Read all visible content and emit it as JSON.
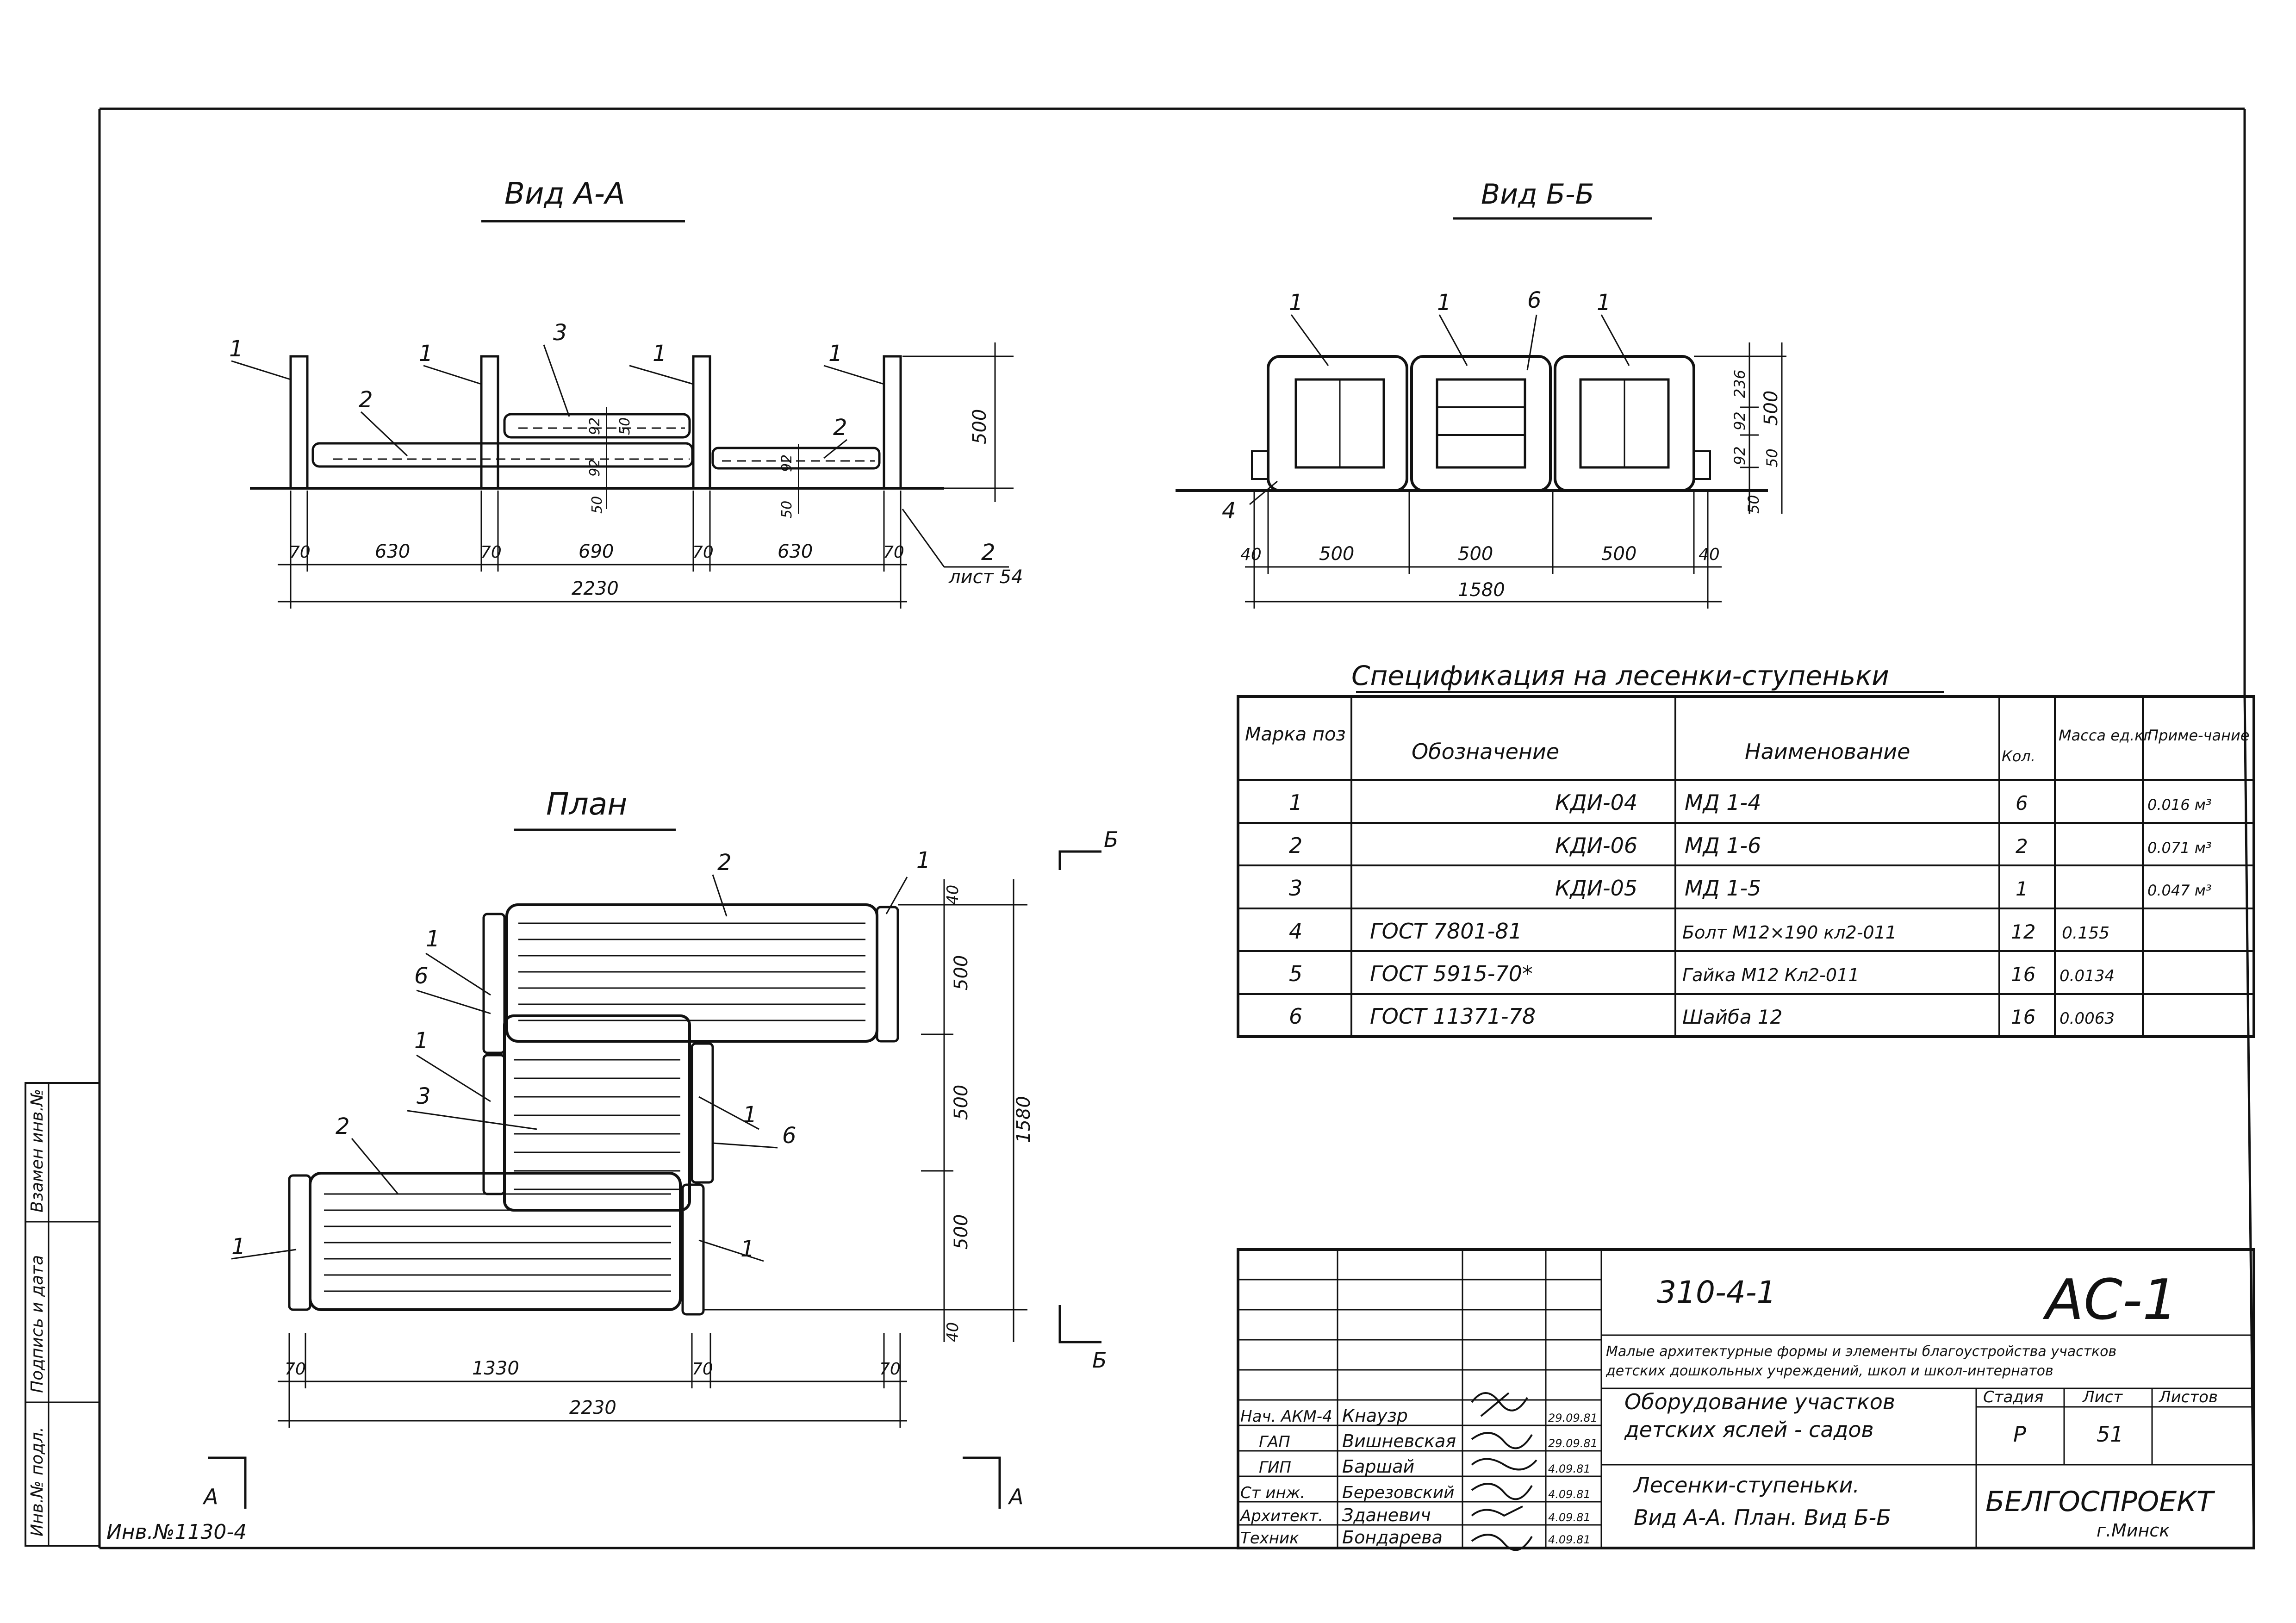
{
  "colors": {
    "ink": "#111111",
    "paper": "#ffffff"
  },
  "view_aa": {
    "title": "Вид А-А",
    "callouts": [
      "1",
      "2",
      "3",
      "1",
      "1",
      "2",
      "1"
    ],
    "sheet_ref_pos": "2",
    "sheet_ref_label": "лист 54",
    "dims_top": [
      "70",
      "630",
      "70",
      "690",
      "70",
      "630",
      "70"
    ],
    "total": "2230",
    "height": "500",
    "inner_dims": [
      "92",
      "50",
      "92",
      "50",
      "50",
      "92"
    ]
  },
  "view_bb": {
    "title": "Вид Б-Б",
    "callouts": [
      "1",
      "1",
      "6",
      "1",
      "4"
    ],
    "dims_bottom": [
      "40",
      "500",
      "500",
      "500",
      "40"
    ],
    "total": "1580",
    "right_dims": [
      "236",
      "92",
      "92",
      "50",
      "50"
    ],
    "height": "500"
  },
  "plan": {
    "title": "План",
    "callouts": [
      "2",
      "1",
      "1",
      "6",
      "1",
      "3",
      "2",
      "1",
      "6",
      "1",
      "1"
    ],
    "dims_bottom": [
      "70",
      "1330",
      "70",
      "70"
    ],
    "total": "2230",
    "dims_right": [
      "40",
      "500",
      "500",
      "500",
      "40"
    ],
    "total_right": "1580",
    "section_mark_b": "Б",
    "section_mark_a": "А"
  },
  "spec": {
    "title": "Спецификация на лесенки-ступеньки",
    "headers": [
      "Марка поз",
      "Обозначение",
      "Наименование",
      "Кол.",
      "Масса ед.кг",
      "Приме-чание"
    ],
    "rows": [
      [
        "1",
        "КДИ-04",
        "МД 1-4",
        "6",
        "",
        "0.016 м³"
      ],
      [
        "2",
        "КДИ-06",
        "МД 1-6",
        "2",
        "",
        "0.071 м³"
      ],
      [
        "3",
        "КДИ-05",
        "МД 1-5",
        "1",
        "",
        "0.047 м³"
      ],
      [
        "4",
        "ГОСТ 7801-81",
        "Болт М12×190 кл2-011",
        "12",
        "0.155",
        ""
      ],
      [
        "5",
        "ГОСТ 5915-70*",
        "Гайка М12 Кл2-011",
        "16",
        "0.0134",
        ""
      ],
      [
        "6",
        "ГОСТ 11371-78",
        "Шайба 12",
        "16",
        "0.0063",
        ""
      ]
    ]
  },
  "title_block": {
    "code": "310-4-1",
    "sheet_code": "АС-1",
    "series_desc_1": "Малые архитектурные формы и элементы благоустройства участков",
    "series_desc_2": "детских дошкольных учреждений, школ и школ-интернатов",
    "project_1": "Оборудование участков",
    "project_2": "детских яслей - садов",
    "drawing_1": "Лесенки-ступеньки.",
    "drawing_2": "Вид А-А. План. Вид Б-Б",
    "stage_label": "Стадия",
    "sheet_label": "Лист",
    "sheets_label": "Листов",
    "stage": "Р",
    "sheet_no": "51",
    "org": "БЕЛГОСПРОЕКТ",
    "city": "г.Минск",
    "people": [
      {
        "role": "Нач. АКМ-4",
        "name": "Кнаузр",
        "date": "29.09.81"
      },
      {
        "role": "ГАП",
        "name": "Вишневская",
        "date": "29.09.81"
      },
      {
        "role": "ГИП",
        "name": "Баршай",
        "date": "4.09.81"
      },
      {
        "role": "Ст инж.",
        "name": "Березовский",
        "date": "4.09.81"
      },
      {
        "role": "Архитект.",
        "name": "Зданевич",
        "date": "4.09.81"
      },
      {
        "role": "Техник",
        "name": "Бондарева",
        "date": "4.09.81"
      }
    ]
  },
  "side_stamp": [
    "Инв.№ подл.",
    "Подпись и дата",
    "Взамен инв.№"
  ],
  "inv_no": "Инв.№1130-4"
}
